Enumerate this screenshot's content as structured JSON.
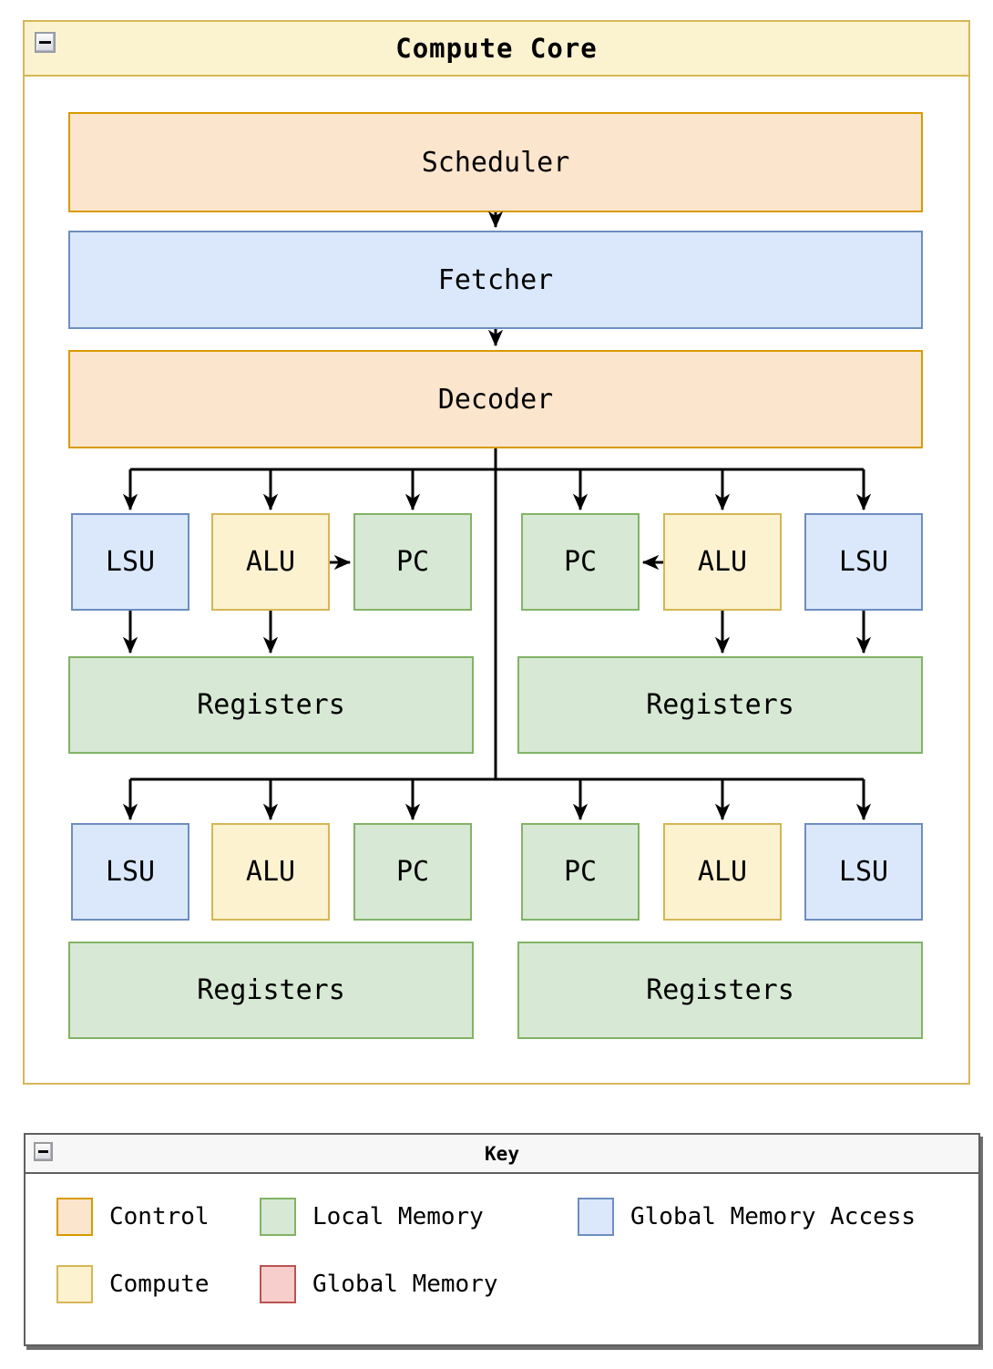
{
  "colors": {
    "control_fill": "#FBE5CD",
    "control_stroke": "#D79B00",
    "compute_fill": "#FCF2CF",
    "compute_stroke": "#D6B656",
    "local_memory_fill": "#D7E8D4",
    "local_memory_stroke": "#82B366",
    "global_memory_access_fill": "#DBE8FC",
    "global_memory_access_stroke": "#6C8EBF",
    "global_memory_fill": "#F8CECC",
    "global_memory_stroke": "#B85450",
    "core_panel_header_fill": "#FBF2CF",
    "core_panel_stroke": "#D6B656",
    "key_panel_stroke": "#5f5f5f",
    "connector_color": "#000000"
  },
  "compute_core": {
    "title": "Compute Core",
    "collapse_icon": "minus-icon",
    "pipeline": {
      "scheduler": "Scheduler",
      "fetcher": "Fetcher",
      "decoder": "Decoder"
    },
    "quadrants": [
      {
        "name": "top-left",
        "units": [
          "LSU",
          "ALU",
          "PC"
        ],
        "registers": "Registers"
      },
      {
        "name": "top-right",
        "units": [
          "PC",
          "ALU",
          "LSU"
        ],
        "registers": "Registers"
      },
      {
        "name": "bottom-left",
        "units": [
          "LSU",
          "ALU",
          "PC"
        ],
        "registers": "Registers"
      },
      {
        "name": "bottom-right",
        "units": [
          "PC",
          "ALU",
          "LSU"
        ],
        "registers": "Registers"
      }
    ]
  },
  "key": {
    "title": "Key",
    "collapse_icon": "minus-icon",
    "rows": [
      [
        {
          "label": "Control",
          "type": "control"
        },
        {
          "label": "Local Memory",
          "type": "local-memory"
        },
        {
          "label": "Global Memory Access",
          "type": "global-memory-access"
        }
      ],
      [
        {
          "label": "Compute",
          "type": "compute"
        },
        {
          "label": "Global Memory",
          "type": "global-memory"
        }
      ]
    ]
  }
}
